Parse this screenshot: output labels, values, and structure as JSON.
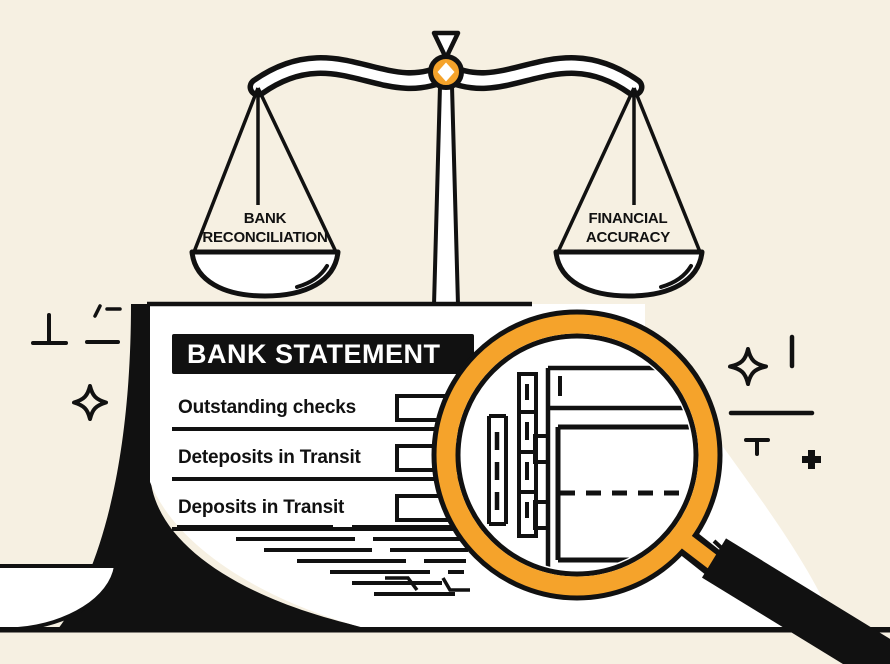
{
  "illustration": {
    "background_color": "#F6F0E2",
    "accent_color": "#F5A32B",
    "ink_color": "#111111",
    "paper_color": "#FFFFFF"
  },
  "scale": {
    "left_pan_label": {
      "line1": "BANK",
      "line2": "RECONCILIATION"
    },
    "right_pan_label": {
      "line1": "FINANCIAL",
      "line2": "ACCURACY"
    }
  },
  "statement": {
    "title": "BANK STATEMENT",
    "items": [
      {
        "label": "Outstanding checks"
      },
      {
        "label": "Deteposits in Transit"
      },
      {
        "label": "Deposits in Transit"
      }
    ]
  },
  "icons": [
    "balance-scale-icon",
    "magnifying-glass-icon",
    "sparkle-icon",
    "tally-marks-icon",
    "plus-icon"
  ]
}
